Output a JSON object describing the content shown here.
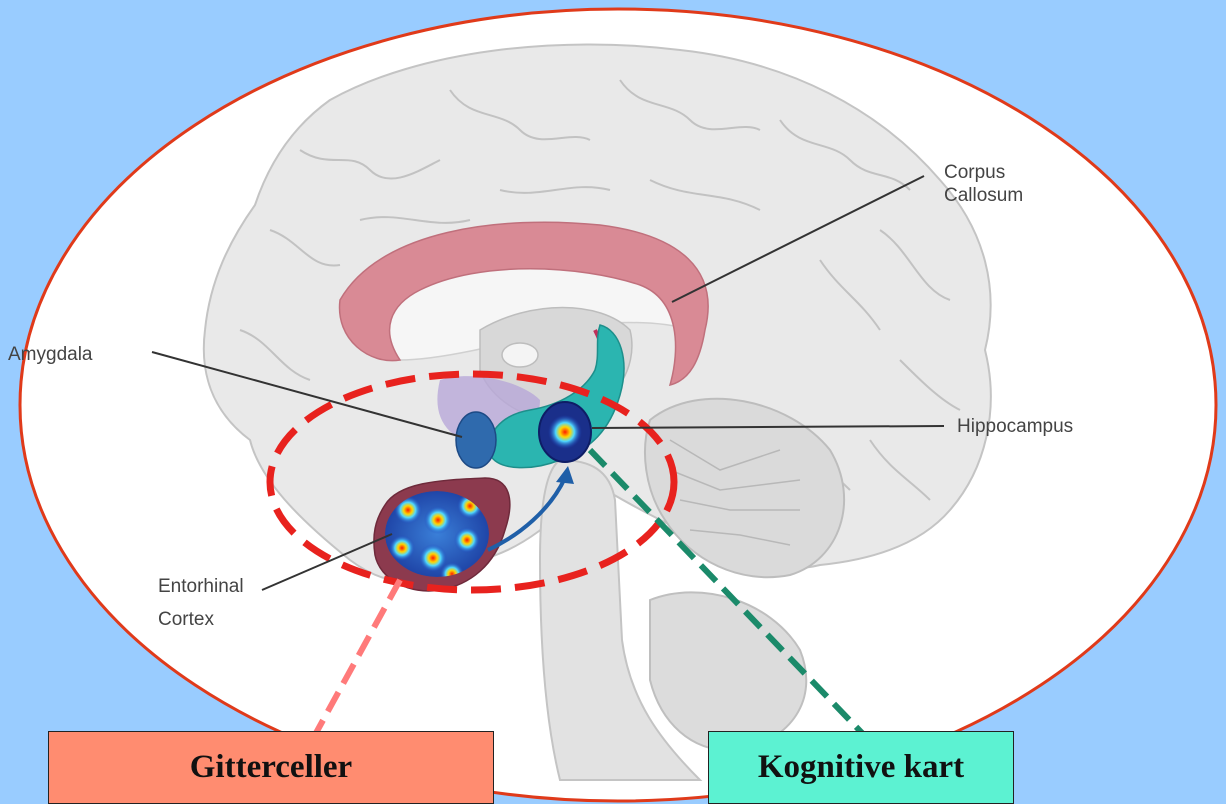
{
  "labels": {
    "corpus_callosum_line1": "Corpus",
    "corpus_callosum_line2": "Callosum",
    "amygdala": "Amygdala",
    "hippocampus": "Hippocampus",
    "entorhinal_line1": "Entorhinal",
    "entorhinal_line2": "Cortex"
  },
  "boxes": {
    "grid_cells": "Gitterceller",
    "cognitive_map": "Kognitive kart"
  },
  "colors": {
    "background": "#99ccff",
    "oval_fill": "#ffffff",
    "oval_stroke": "#e03a1a",
    "highlight_dash": "#e8221e",
    "grid_connector": "#ff7a7a",
    "map_connector": "#1b8a6a",
    "grid_box": "#ff8c70",
    "map_box": "#5cf2d2",
    "corpus_callosum": "#d98a95",
    "hippocampus": "#2bb5b0"
  }
}
